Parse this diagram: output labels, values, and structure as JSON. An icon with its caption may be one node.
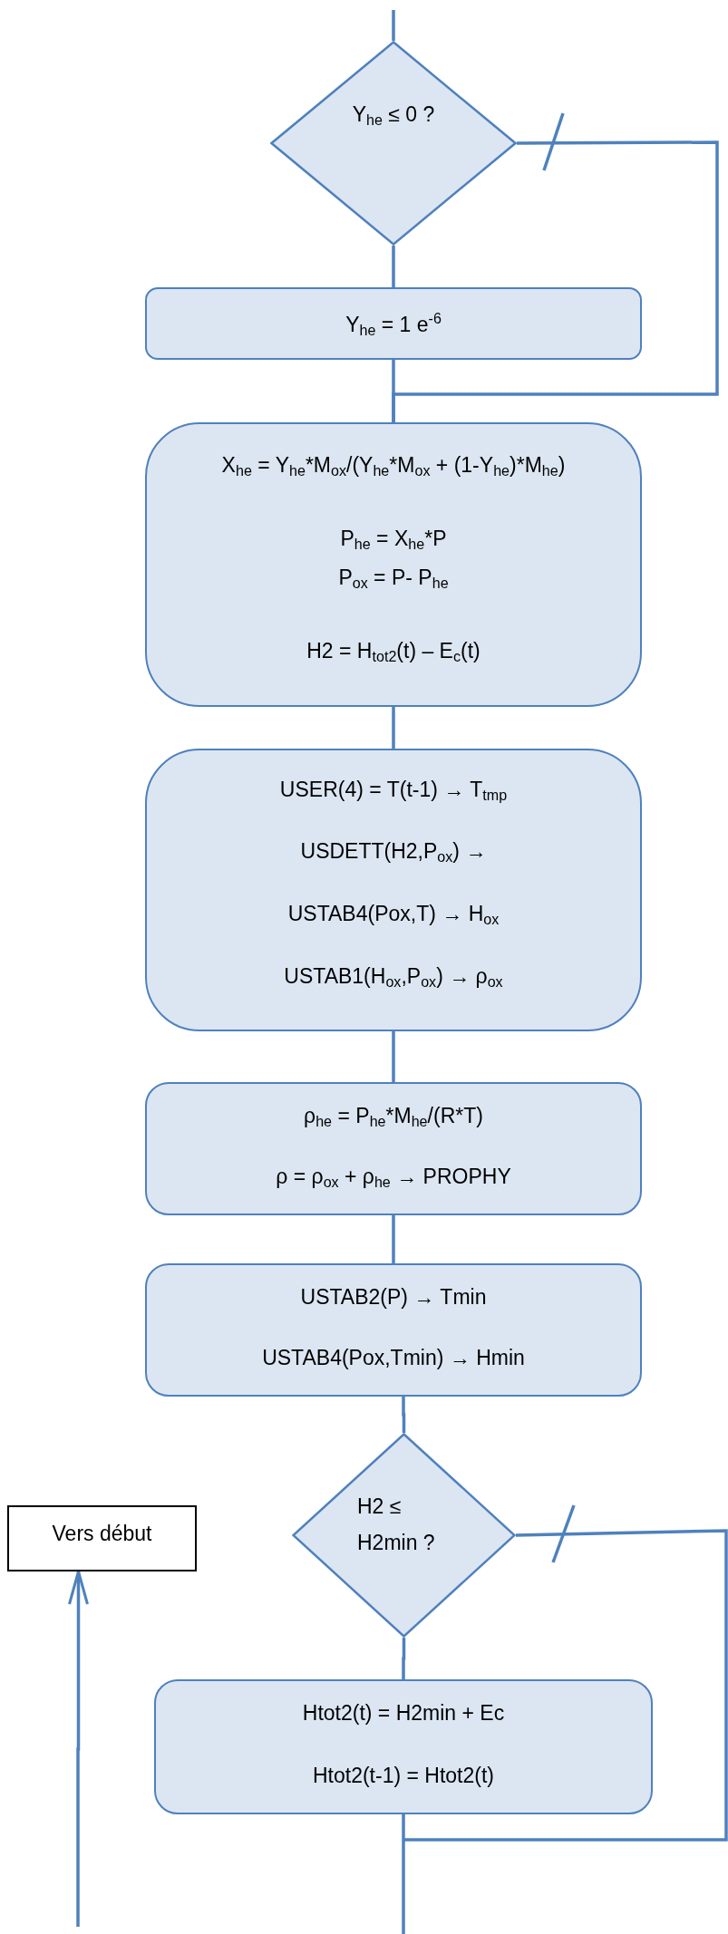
{
  "diagram": {
    "nodes": [
      {
        "text": [
          "Y$_{he}$ ≤ 0 ?"
        ]
      },
      {
        "text": [
          "Y$_{he}$ = 1 e$^{-6}$"
        ]
      },
      {
        "text": [
          "X$_{he}$ = Y$_{he}$*M$_{ox}$/(Y$_{he}$*M$_{ox}$ + (1-Y$_{he}$)*M$_{he}$)",
          "P$_{he}$ = X$_{he}$*P",
          "P$_{ox}$ = P- P$_{he}$",
          "H2 = H$_{tot2}$(t) – E$_{c}$(t)"
        ]
      },
      {
        "text": [
          "USER(4) = T(t-1) → T$_{tmp}$",
          "USDETT(H2,P$_{ox}$) →",
          "USTAB4(Pox,T) → H$_{ox}$",
          "USTAB1(H$_{ox}$,P$_{ox}$) → ρ$_{ox}$"
        ]
      },
      {
        "text": [
          "ρ$_{he}$ = P$_{he}$*M$_{he}$/(R*T)",
          "ρ = ρ$_{ox}$ + ρ$_{he}$ → PROPHY"
        ]
      },
      {
        "text": [
          "USTAB2(P) → Tmin",
          "USTAB4(Pox,Tmin) → Hmin"
        ]
      },
      {
        "text": [
          "Vers début"
        ]
      },
      {
        "text": [
          "H2 ≤ H2min ?"
        ]
      },
      {
        "text": [
          "Htot2(t) = H2min + Ec",
          "Htot2(t-1) = Htot2(t)"
        ]
      }
    ],
    "edges": [
      {
        "from": null,
        "to": 0,
        "arrow": "none"
      },
      {
        "from": 0,
        "to": 1,
        "arrow": "none"
      },
      {
        "from": 0,
        "to": 2,
        "arrow": "none"
      },
      {
        "from": 1,
        "to": 2,
        "arrow": "none"
      },
      {
        "from": 2,
        "to": 3,
        "arrow": "none"
      },
      {
        "from": 3,
        "to": 4,
        "arrow": "none"
      },
      {
        "from": 4,
        "to": 5,
        "arrow": "none"
      },
      {
        "from": 5,
        "to": 7,
        "arrow": "none"
      },
      {
        "from": 7,
        "to": 8,
        "arrow": "none"
      },
      {
        "from": 8,
        "to": null,
        "arrow": "none"
      },
      {
        "from": 7,
        "to": null,
        "arrow": "none"
      },
      {
        "from": null,
        "to": 6,
        "arrow": "to"
      }
    ]
  }
}
